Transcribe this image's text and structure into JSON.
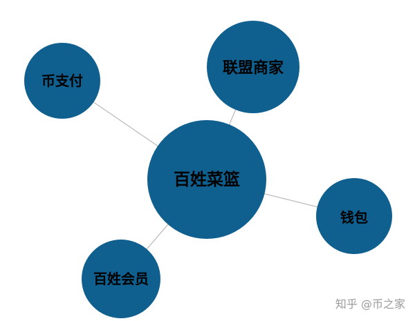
{
  "diagram": {
    "center": {
      "label": "百姓菜篮"
    },
    "nodes": [
      {
        "label": "币支付"
      },
      {
        "label": "联盟商家"
      },
      {
        "label": "钱包"
      },
      {
        "label": "百姓会员"
      }
    ]
  },
  "watermark": "知乎 @币之家",
  "colors": {
    "node_fill": "#0f5f8f",
    "edge": "#b8b8b8",
    "label": "#000000",
    "watermark": "#9a9a9a"
  }
}
